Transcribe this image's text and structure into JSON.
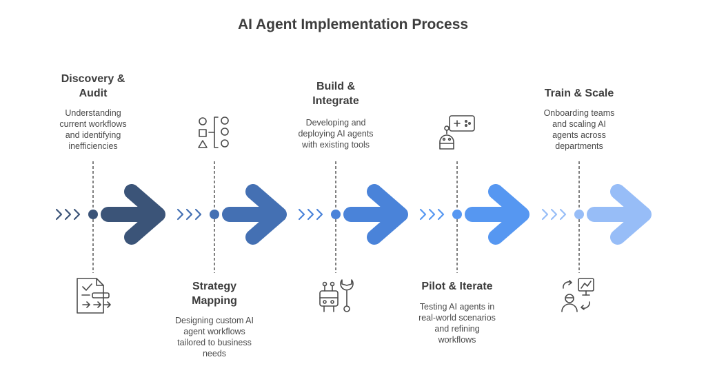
{
  "title": "AI Agent Implementation Process",
  "colors": [
    "#3b5478",
    "#4470b3",
    "#4a83d9",
    "#5697f1",
    "#97bdf7"
  ],
  "stages": [
    {
      "title_lines": [
        "Discovery &",
        "Audit"
      ],
      "desc_lines": [
        "Understanding",
        "current workflows",
        "and identifying",
        "inefficiencies"
      ],
      "icon": "checklist-icon"
    },
    {
      "title_lines": [
        "Strategy",
        "Mapping"
      ],
      "desc_lines": [
        "Designing custom AI",
        "agent workflows",
        "tailored to business",
        "needs"
      ],
      "icon": "shapes-mapping-icon"
    },
    {
      "title_lines": [
        "Build &",
        "Integrate"
      ],
      "desc_lines": [
        "Developing and",
        "deploying AI agents",
        "with existing tools"
      ],
      "icon": "robot-wrench-icon"
    },
    {
      "title_lines": [
        "Pilot & Iterate"
      ],
      "desc_lines": [
        "Testing AI agents in",
        "real-world scenarios",
        "and refining",
        "workflows"
      ],
      "icon": "robot-controller-icon"
    },
    {
      "title_lines": [
        "Train & Scale"
      ],
      "desc_lines": [
        "Onboarding teams",
        "and scaling AI",
        "agents across",
        "departments"
      ],
      "icon": "user-chart-icon"
    }
  ]
}
